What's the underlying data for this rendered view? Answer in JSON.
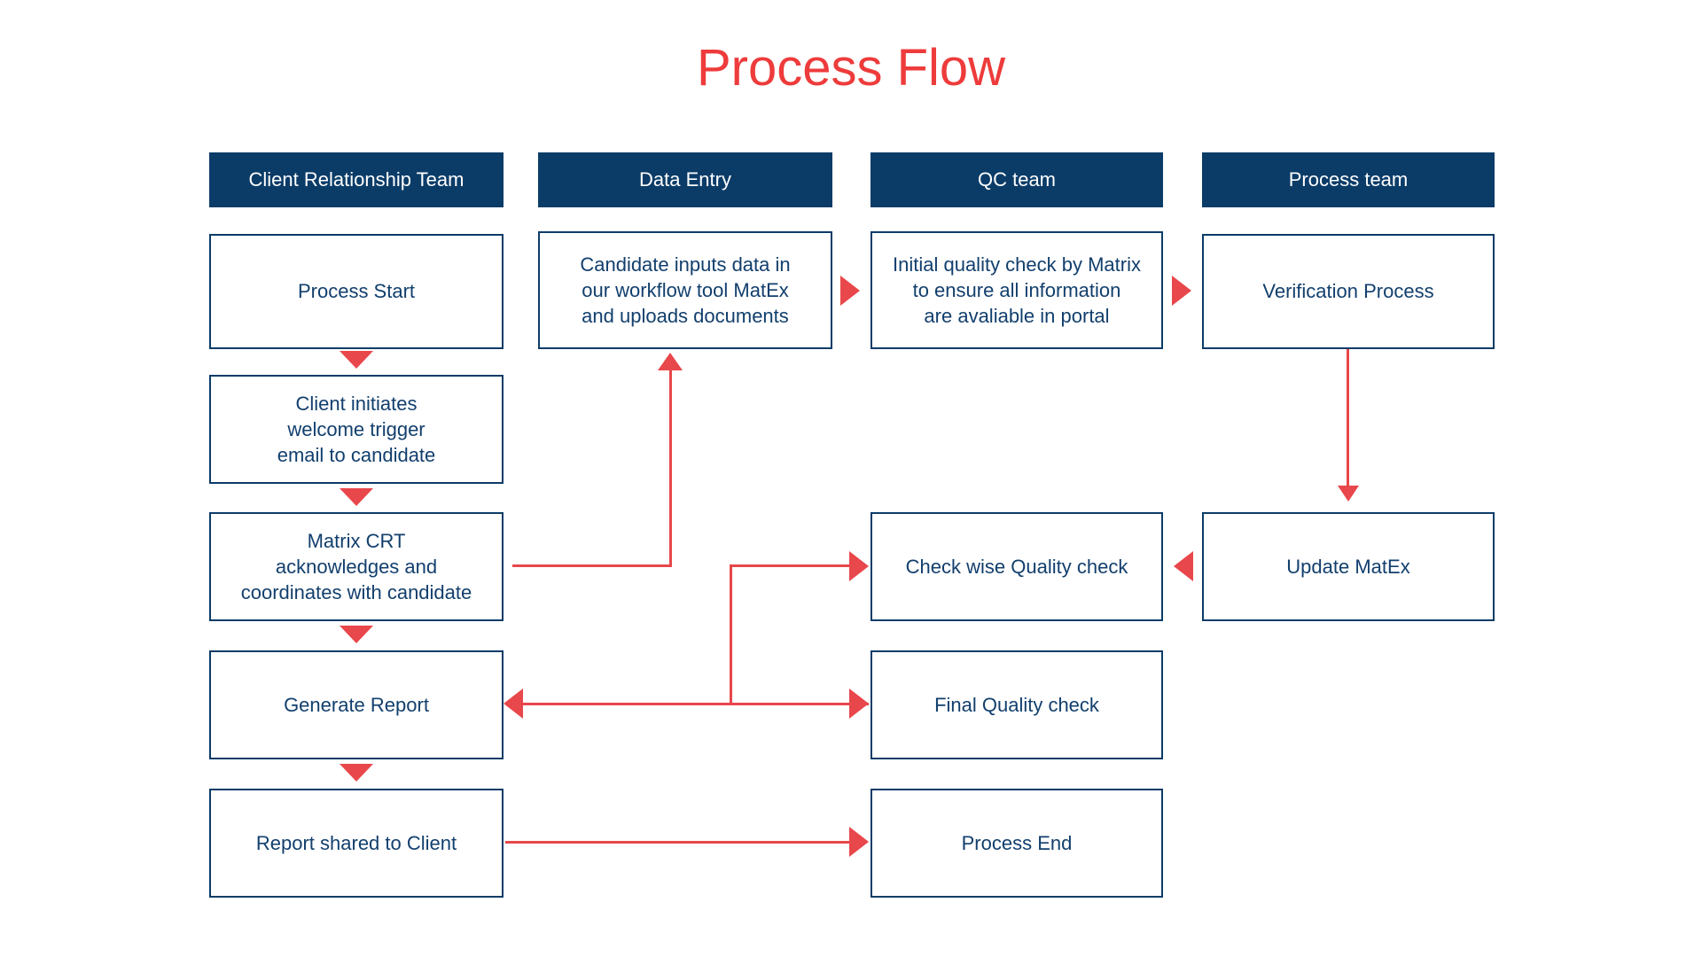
{
  "page": {
    "title": "Process Flow",
    "title_color": "#ee3b3b",
    "background": "#ffffff"
  },
  "theme": {
    "header_fill": "#0b3c68",
    "header_text": "#ffffff",
    "node_border": "#0b3c68",
    "node_text": "#123f6d",
    "node_fill": "#ffffff",
    "connector": "#e8474b"
  },
  "lanes": [
    {
      "id": "crt",
      "label": "Client Relationship Team"
    },
    {
      "id": "data",
      "label": "Data Entry"
    },
    {
      "id": "qc",
      "label": "QC team"
    },
    {
      "id": "process",
      "label": "Process team"
    }
  ],
  "nodes": {
    "process_start": {
      "label": "Process Start",
      "lane": "crt"
    },
    "client_initiates": {
      "label": "Client initiates\nwelcome trigger\nemail to candidate",
      "lane": "crt"
    },
    "matrix_crt": {
      "label": "Matrix CRT\nacknowledges and\ncoordinates with candidate",
      "lane": "crt"
    },
    "generate_report": {
      "label": "Generate Report",
      "lane": "crt"
    },
    "report_shared": {
      "label": "Report shared to Client",
      "lane": "crt"
    },
    "candidate_inputs": {
      "label": "Candidate inputs data in\nour workflow tool MatEx\nand uploads documents",
      "lane": "data"
    },
    "initial_qc": {
      "label": "Initial quality check by Matrix\nto ensure all information\nare avaliable in portal",
      "lane": "qc"
    },
    "check_wise_qc": {
      "label": "Check wise Quality check",
      "lane": "qc"
    },
    "final_qc": {
      "label": "Final Quality check",
      "lane": "qc"
    },
    "process_end": {
      "label": "Process End",
      "lane": "qc"
    },
    "verification": {
      "label": "Verification Process",
      "lane": "process"
    },
    "update_matex": {
      "label": "Update MatEx",
      "lane": "process"
    }
  },
  "connectors": [
    {
      "id": "start-to-initiates",
      "from": "process_start",
      "to": "client_initiates",
      "direction": "down"
    },
    {
      "id": "initiates-to-matrix",
      "from": "client_initiates",
      "to": "matrix_crt",
      "direction": "down"
    },
    {
      "id": "matrix-to-generate",
      "from": "matrix_crt",
      "to": "generate_report",
      "direction": "down"
    },
    {
      "id": "generate-to-shared",
      "from": "generate_report",
      "to": "report_shared",
      "direction": "down"
    },
    {
      "id": "matrix-to-candidate",
      "from": "matrix_crt",
      "to": "candidate_inputs",
      "direction": "up"
    },
    {
      "id": "candidate-to-initialqc",
      "from": "candidate_inputs",
      "to": "initial_qc",
      "direction": "right"
    },
    {
      "id": "initialqc-to-verification",
      "from": "initial_qc",
      "to": "verification",
      "direction": "right"
    },
    {
      "id": "verification-to-update",
      "from": "verification",
      "to": "update_matex",
      "direction": "down"
    },
    {
      "id": "update-to-checkwise",
      "from": "update_matex",
      "to": "check_wise_qc",
      "direction": "left"
    },
    {
      "id": "finalqc-to-generate",
      "from": "final_qc",
      "to": "generate_report",
      "direction": "left"
    },
    {
      "id": "branch-to-checkwise",
      "from": "final_qc",
      "to": "check_wise_qc",
      "direction": "right"
    },
    {
      "id": "shared-to-processend",
      "from": "report_shared",
      "to": "process_end",
      "direction": "right"
    }
  ]
}
